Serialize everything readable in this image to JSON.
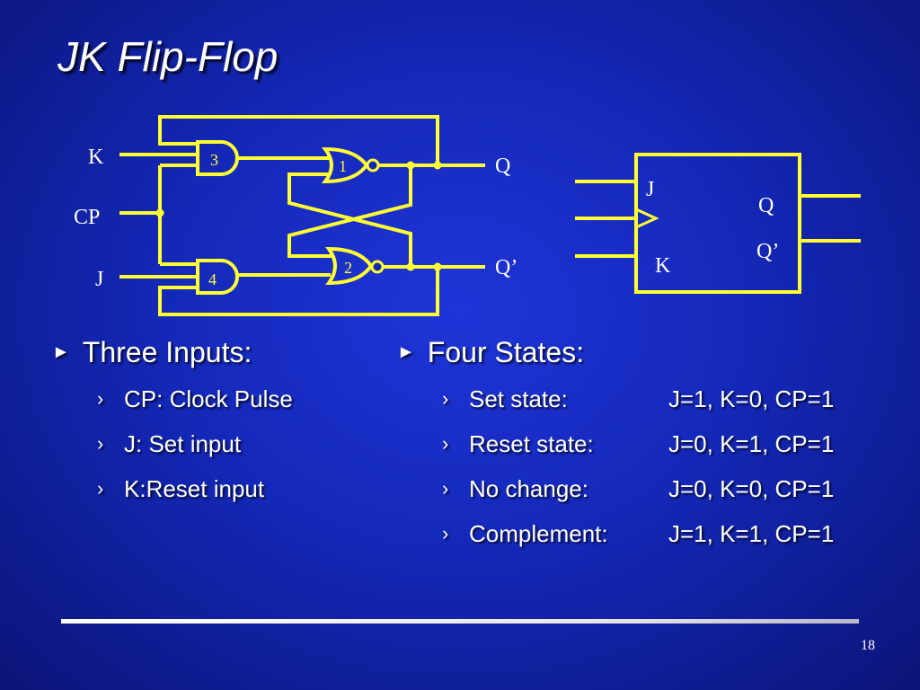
{
  "slide": {
    "title": "JK Flip-Flop",
    "page_number": "18"
  },
  "diagram": {
    "labels": {
      "k": "K",
      "cp": "CP",
      "j": "J",
      "q": "Q",
      "q_bar": "Q’"
    },
    "gates": {
      "g1": "1",
      "g2": "2",
      "g3": "3",
      "g4": "4"
    },
    "block": {
      "j": "J",
      "k": "K",
      "q": "Q",
      "q_bar": "Q’"
    },
    "colors": {
      "wire": "#ffff33",
      "gate_text": "#ffff33",
      "label_text": "#ffffff",
      "background": "#1428b8"
    }
  },
  "left_column": {
    "heading": "Three Inputs:",
    "items": [
      "CP: Clock Pulse",
      "J: Set input",
      "K:Reset input"
    ]
  },
  "right_column": {
    "heading": "Four States:",
    "items": [
      {
        "label": "Set state:",
        "value": "J=1, K=0, CP=1"
      },
      {
        "label": "Reset state:",
        "value": "J=0, K=1, CP=1"
      },
      {
        "label": "No change:",
        "value": "J=0, K=0, CP=1"
      },
      {
        "label": "Complement:",
        "value": "J=1, K=1, CP=1"
      }
    ]
  }
}
